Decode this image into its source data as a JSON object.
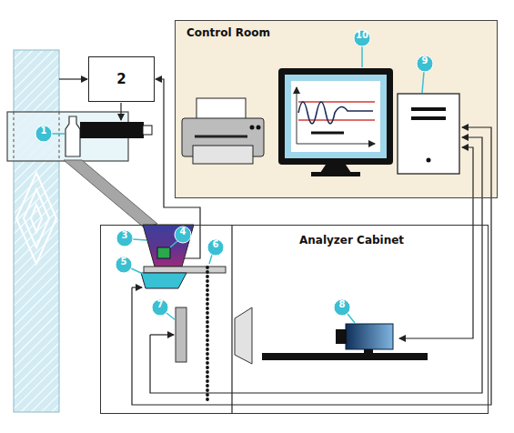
{
  "diagram": {
    "nodes": [
      {
        "text": [
          "Control Room"
        ]
      },
      {
        "text": [
          "2"
        ]
      },
      {
        "text": [
          "Analyzer Cabinet"
        ]
      }
    ],
    "labels": [
      "1",
      "3",
      "4",
      "5",
      "6",
      "7",
      "8",
      "9",
      "10"
    ]
  }
}
